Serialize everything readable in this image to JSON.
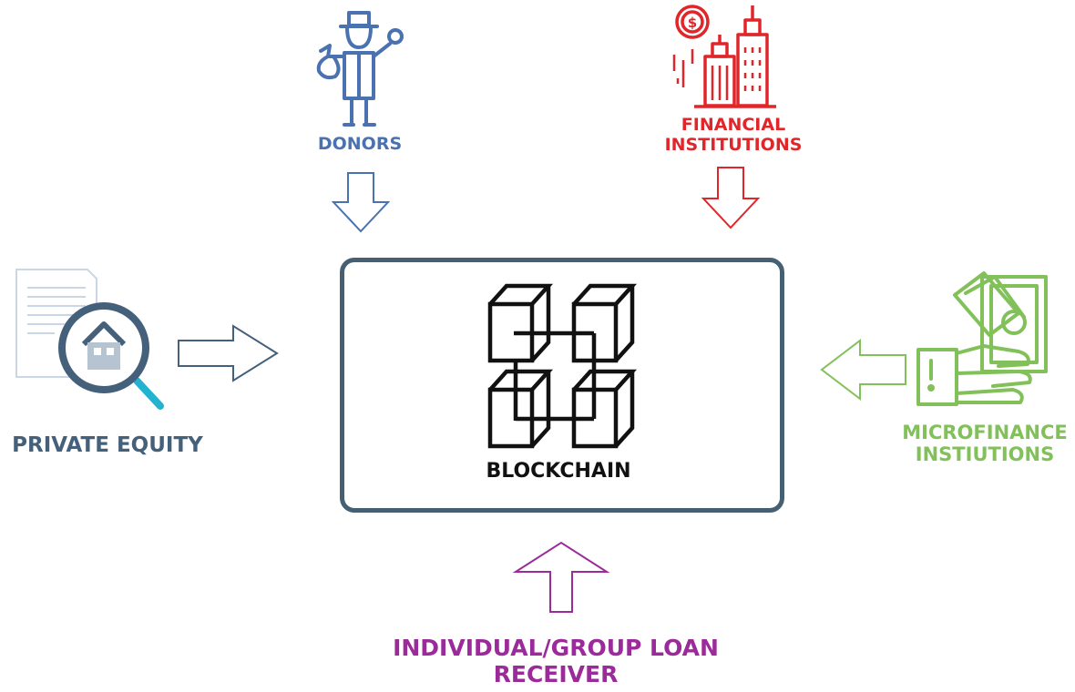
{
  "colors": {
    "donors": "#4a72b0",
    "financial": "#e0262a",
    "private_equity": "#44607a",
    "microfinance": "#82c05a",
    "loan_receiver": "#9b2a9a",
    "blockchain": "#111111",
    "box_border": "#455f73"
  },
  "nodes": {
    "donors": {
      "label": "DONORS",
      "icon": "donor-man-with-moneybag-icon"
    },
    "financial": {
      "line1": "FINANCIAL",
      "line2": "INSTITUTIONS",
      "icon": "city-buildings-dollar-icon"
    },
    "private_equity": {
      "label": "PRIVATE EQUITY",
      "icon": "house-search-document-icon"
    },
    "microfinance": {
      "line1": "MICROFINANCE",
      "line2": "INSTIUTIONS",
      "icon": "hand-holding-cash-icon"
    },
    "loan_receiver": {
      "line1": "INDIVIDUAL/GROUP LOAN",
      "line2": "RECEIVER"
    }
  },
  "center": {
    "label": "BLOCKCHAIN",
    "icon": "blockchain-cubes-icon"
  }
}
